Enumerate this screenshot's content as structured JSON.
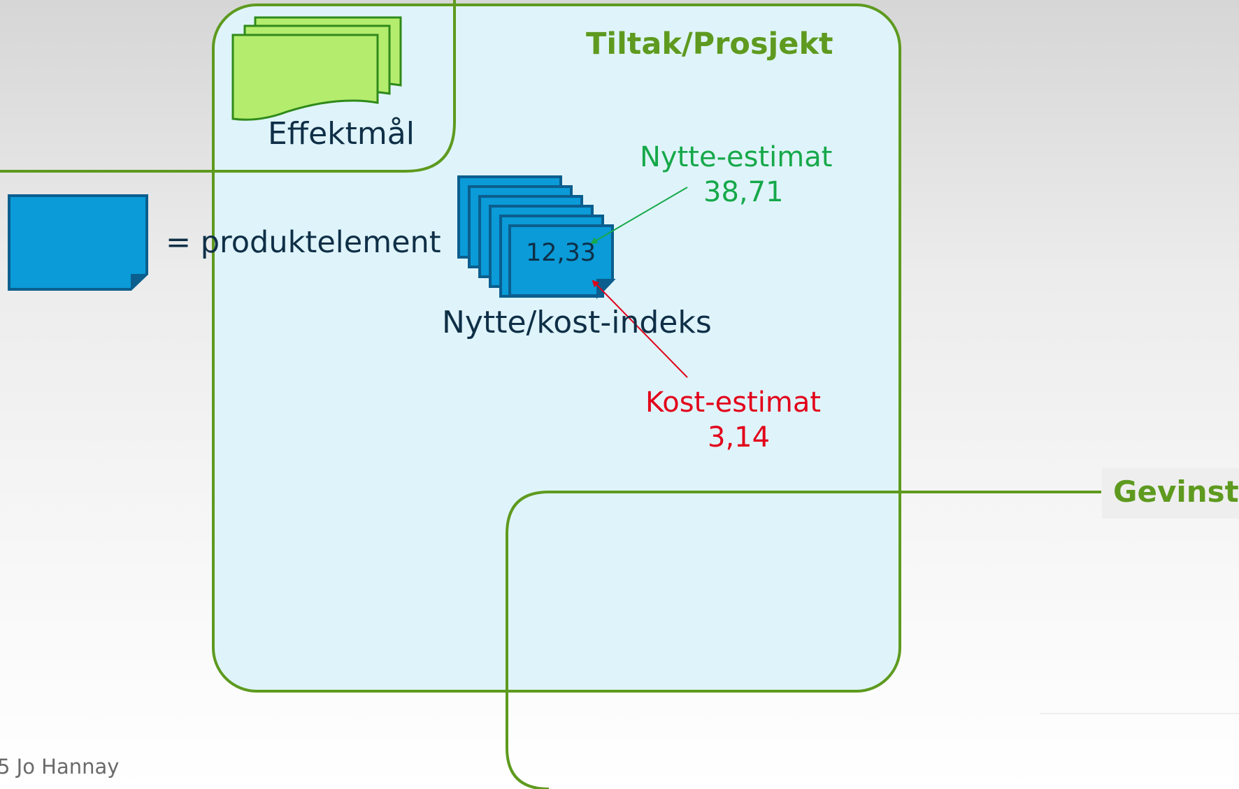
{
  "diagram": {
    "project_title": "Tiltak/Prosjekt",
    "effect_goal_label": "Effektmål",
    "legend_text": "= produktelement",
    "index_value": "12,33",
    "index_label": "Nytte/kost-indeks",
    "benefit_label": "Nytte-estimat",
    "benefit_value": "38,71",
    "cost_label": "Kost-estimat",
    "cost_value": "3,14",
    "gain_label": "Gevinst",
    "footer": "5 Jo Hannay"
  },
  "colors": {
    "frame_green": "#5e9a1f",
    "title_green": "#5e9a1f",
    "project_fill": "#dff4fa",
    "goal_fill": "#b4ec6e",
    "element_blue": "#0a9bd8",
    "element_border": "#0b5e8e",
    "dark_text": "#0f2f47",
    "benefit_green": "#16a84a",
    "cost_red": "#e2001a"
  },
  "icons": [
    "document-stack-icon",
    "product-element-icon",
    "arrow-icon"
  ]
}
